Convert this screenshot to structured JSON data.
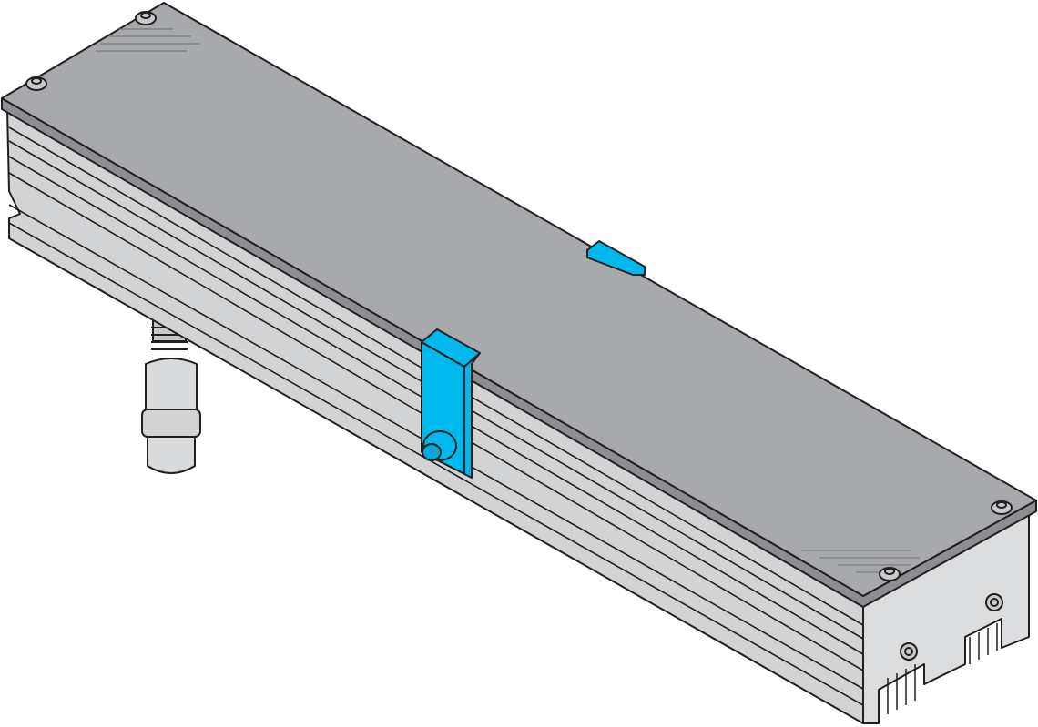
{
  "colors": {
    "background": "#ffffff",
    "top_plate": "#a7a9ac",
    "plate_edge": "#8c8e91",
    "fin_body": "#d1d3d4",
    "end_face": "#dcdddf",
    "clip_accent": "#00b9ec",
    "outline": "#231f20"
  },
  "components": {
    "heatsink": "heatsink-body",
    "cover": "top-cover-plate",
    "clips": [
      "mounting-clip-large",
      "mounting-clip-small"
    ],
    "connector": "cable-connector",
    "screws": 4
  }
}
